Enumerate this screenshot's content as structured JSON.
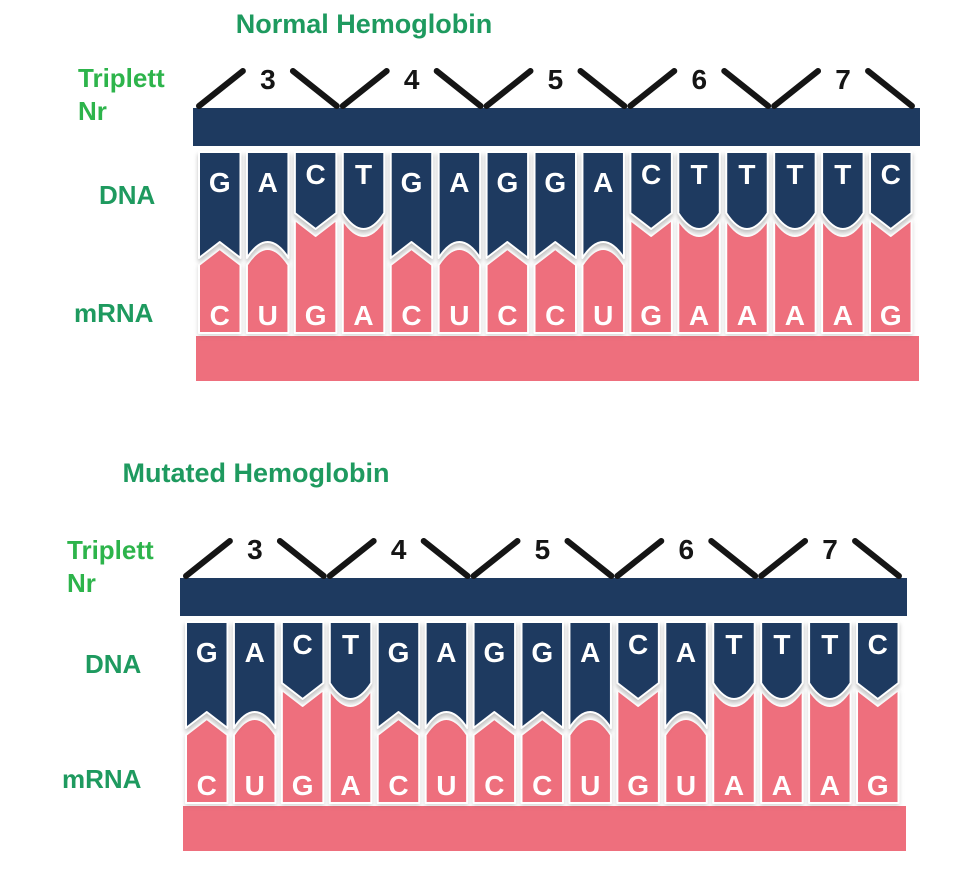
{
  "colors": {
    "dna_navy": "#1E3A60",
    "mrna_pink": "#EE6F7D",
    "title_green": "#1E9A5F",
    "triplet_label_green": "#2DB44B",
    "number_black": "#151515",
    "letter_white": "#FFFFFF"
  },
  "panels": [
    {
      "id": "normal",
      "title": "Normal Hemoglobin",
      "triplet_label_line1": "Triplett",
      "triplet_label_line2": "Nr",
      "dna_label": "DNA",
      "mrna_label": "mRNA",
      "triplet_numbers": [
        "3",
        "4",
        "5",
        "6",
        "7"
      ],
      "dna_sequence": [
        "G",
        "A",
        "C",
        "T",
        "G",
        "A",
        "G",
        "G",
        "A",
        "C",
        "T",
        "T",
        "T",
        "T",
        "C"
      ],
      "mrna_sequence": [
        "C",
        "U",
        "G",
        "A",
        "C",
        "U",
        "C",
        "C",
        "U",
        "G",
        "A",
        "A",
        "A",
        "A",
        "G"
      ]
    },
    {
      "id": "mutated",
      "title": "Mutated Hemoglobin",
      "triplet_label_line1": "Triplett",
      "triplet_label_line2": "Nr",
      "dna_label": "DNA",
      "mrna_label": "mRNA",
      "triplet_numbers": [
        "3",
        "4",
        "5",
        "6",
        "7"
      ],
      "dna_sequence": [
        "G",
        "A",
        "C",
        "T",
        "G",
        "A",
        "G",
        "G",
        "A",
        "C",
        "A",
        "T",
        "T",
        "T",
        "C"
      ],
      "mrna_sequence": [
        "C",
        "U",
        "G",
        "A",
        "C",
        "U",
        "C",
        "C",
        "U",
        "G",
        "U",
        "A",
        "A",
        "A",
        "G"
      ]
    }
  ]
}
